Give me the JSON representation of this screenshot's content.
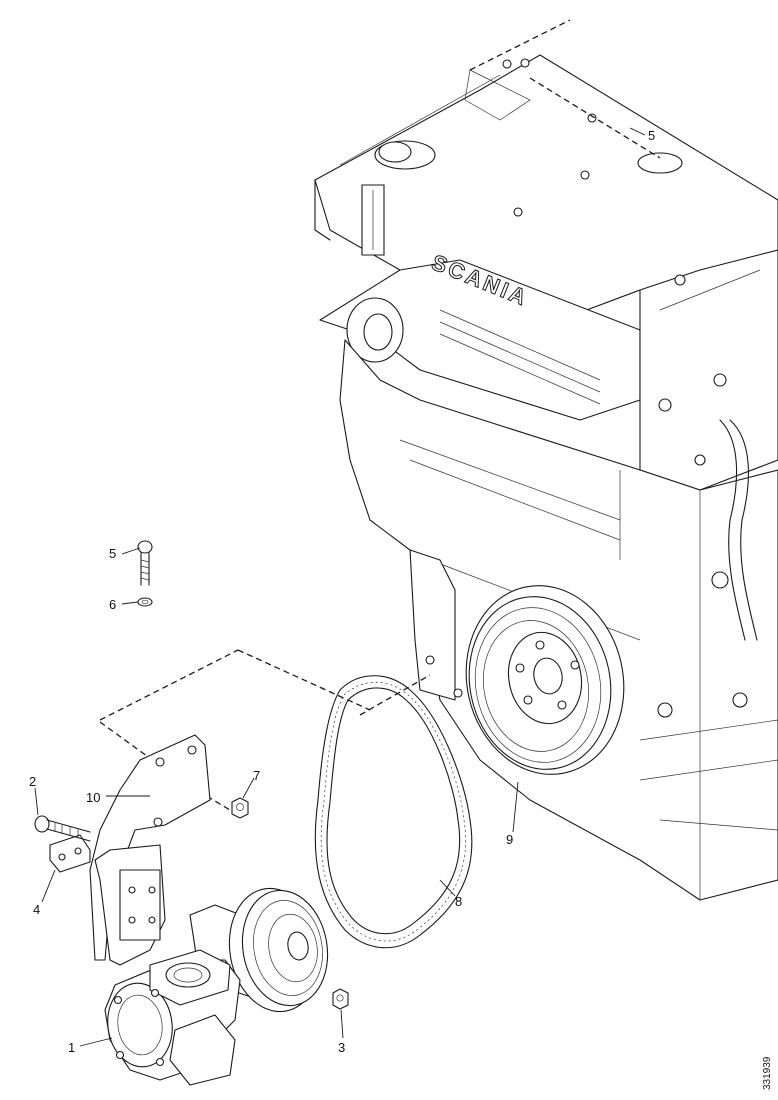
{
  "labels": {
    "bracket": "10",
    "screw_left": "2",
    "clip": "4",
    "screw_top": "5",
    "washer_top": "6",
    "nut_bracket": "7",
    "nut_pump": "3",
    "pump": "1",
    "belt": "8",
    "pulley": "9",
    "engine_part": "5"
  },
  "engine_brand": "SCANIA",
  "figure_ref": "331939"
}
